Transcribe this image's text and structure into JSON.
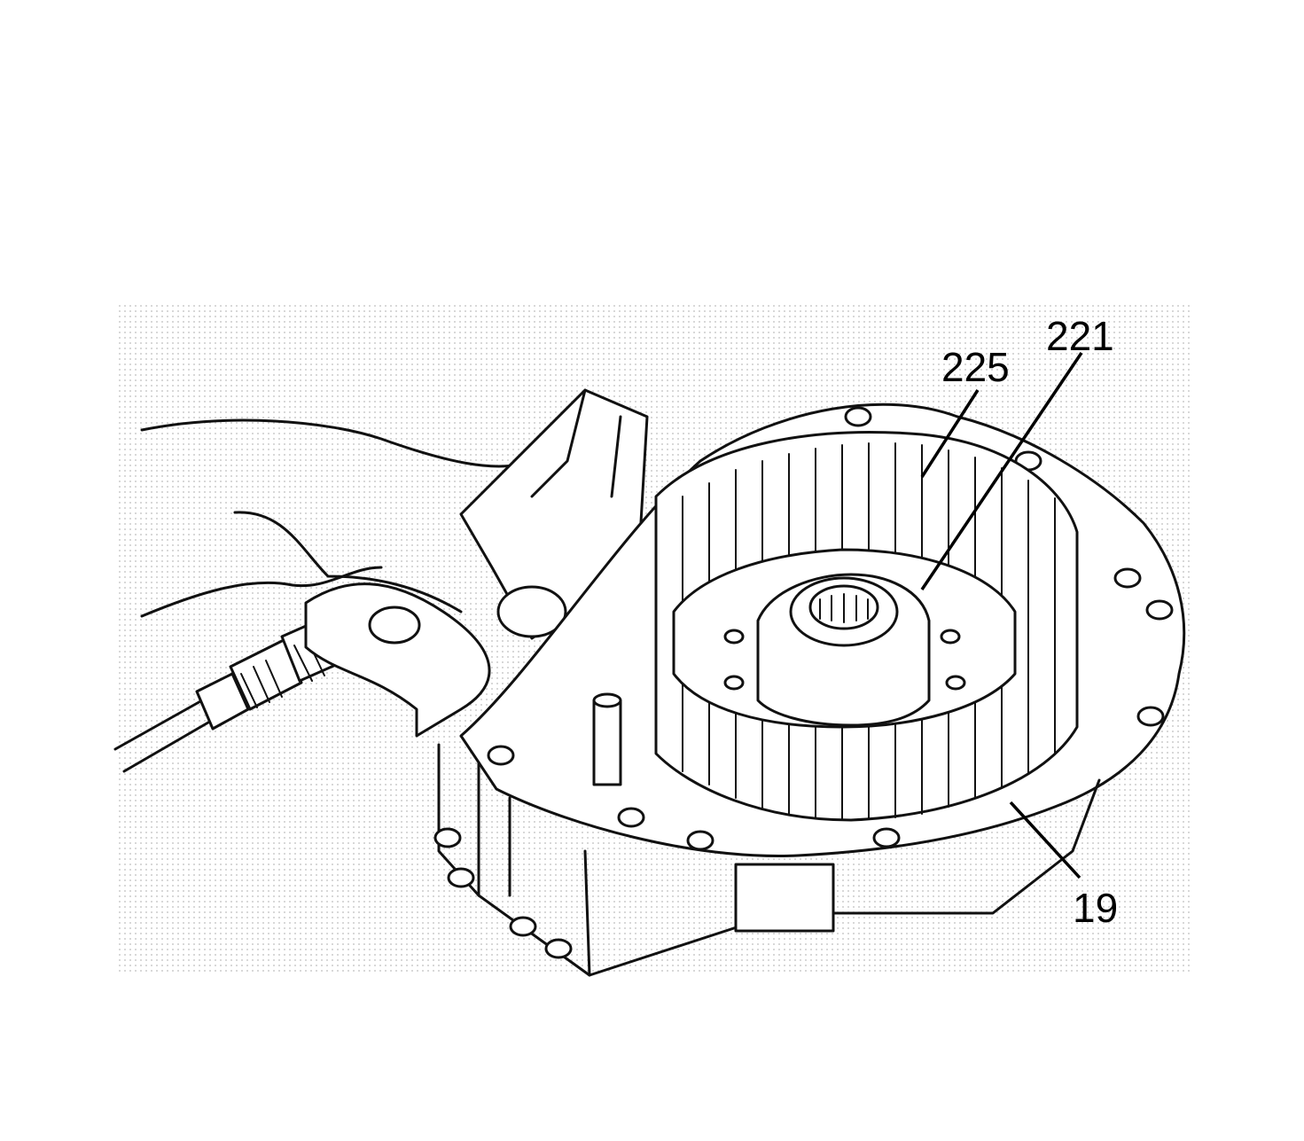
{
  "callouts": [
    {
      "id": "c225",
      "text": "225"
    },
    {
      "id": "c221",
      "text": "221"
    },
    {
      "id": "c19",
      "text": "19"
    }
  ]
}
